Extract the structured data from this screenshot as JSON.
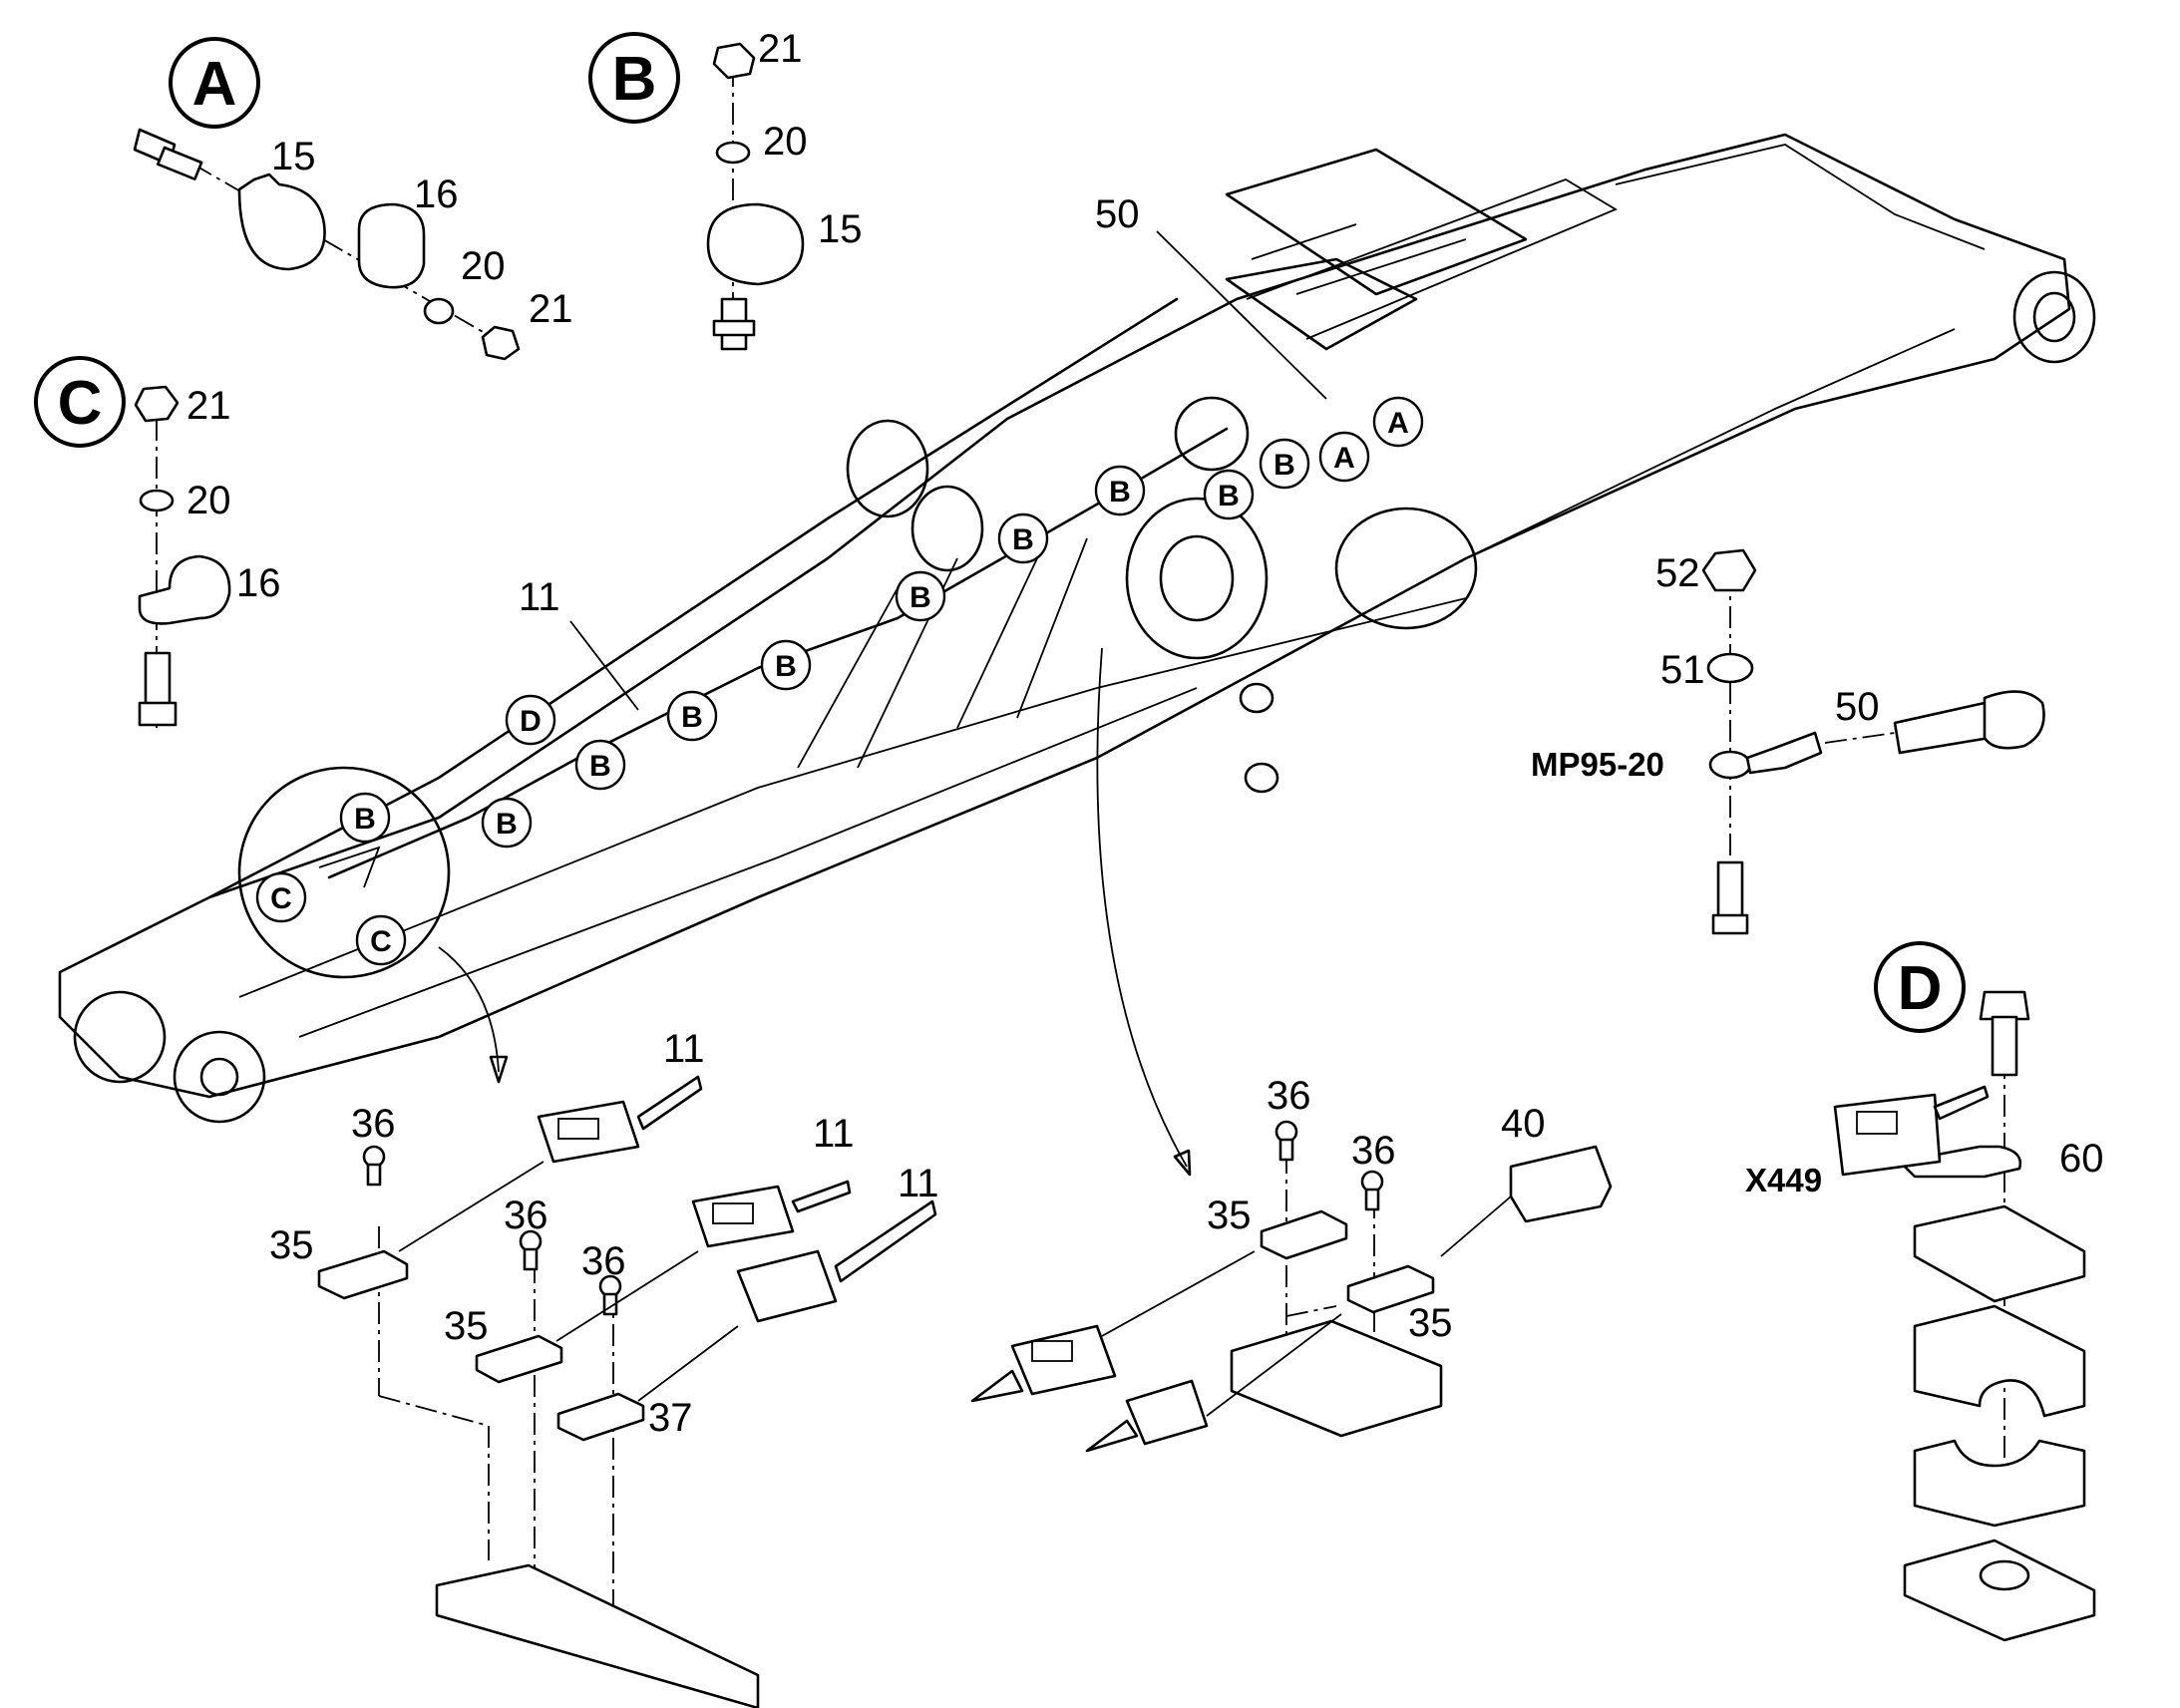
{
  "detail_views": {
    "A": "A",
    "B": "B",
    "C": "C",
    "D": "D"
  },
  "part_numbers": {
    "p11": "11",
    "p15": "15",
    "p16": "16",
    "p20": "20",
    "p21": "21",
    "p35": "35",
    "p36": "36",
    "p37": "37",
    "p40": "40",
    "p50": "50",
    "p51": "51",
    "p52": "52",
    "p60": "60"
  },
  "references": {
    "mp": "MP95-20",
    "connector": "X449"
  }
}
